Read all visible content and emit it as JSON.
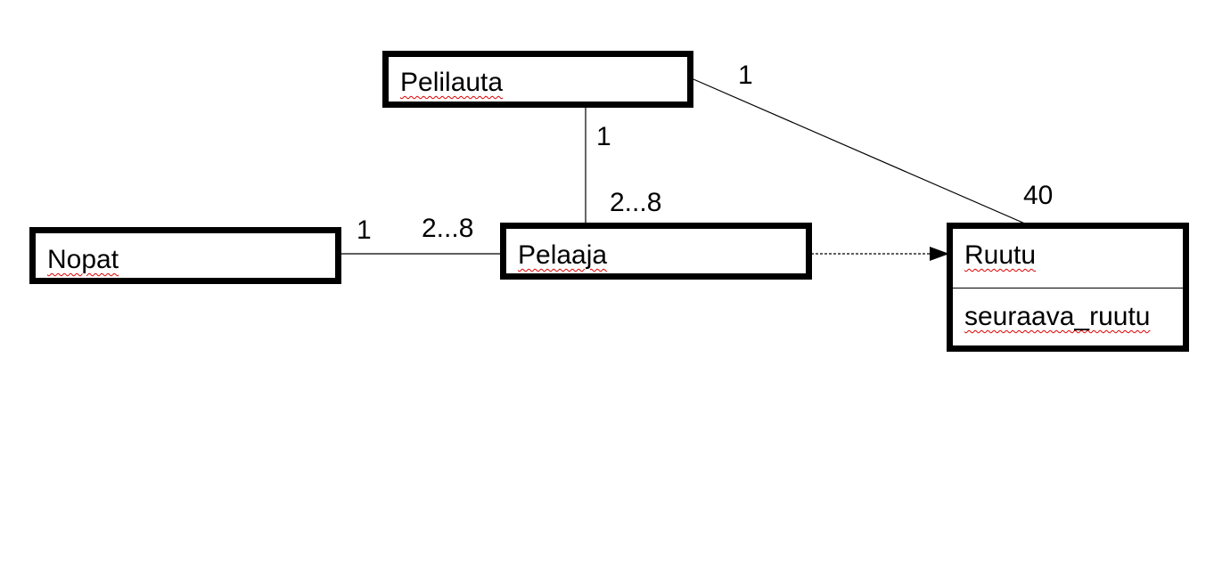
{
  "diagram": {
    "classes": {
      "pelilauta": {
        "name": "Pelilauta"
      },
      "nopat": {
        "name": "Nopat"
      },
      "pelaaja": {
        "name": "Pelaaja"
      },
      "ruutu": {
        "name": "Ruutu",
        "attributes": [
          "seuraava_ruutu"
        ]
      }
    },
    "associations": [
      {
        "from": "Pelilauta",
        "to": "Ruutu",
        "from_multiplicity": "1",
        "to_multiplicity": "40"
      },
      {
        "from": "Pelilauta",
        "to": "Pelaaja",
        "from_multiplicity": "1",
        "to_multiplicity": "2...8"
      },
      {
        "from": "Nopat",
        "to": "Pelaaja",
        "from_multiplicity": "1",
        "to_multiplicity": "2...8"
      },
      {
        "from": "Pelaaja",
        "to": "Ruutu",
        "style": "dashed-arrow"
      }
    ]
  },
  "colors": {
    "line": "#000000",
    "spellcheck_underline": "#e00000",
    "background": "#ffffff"
  }
}
